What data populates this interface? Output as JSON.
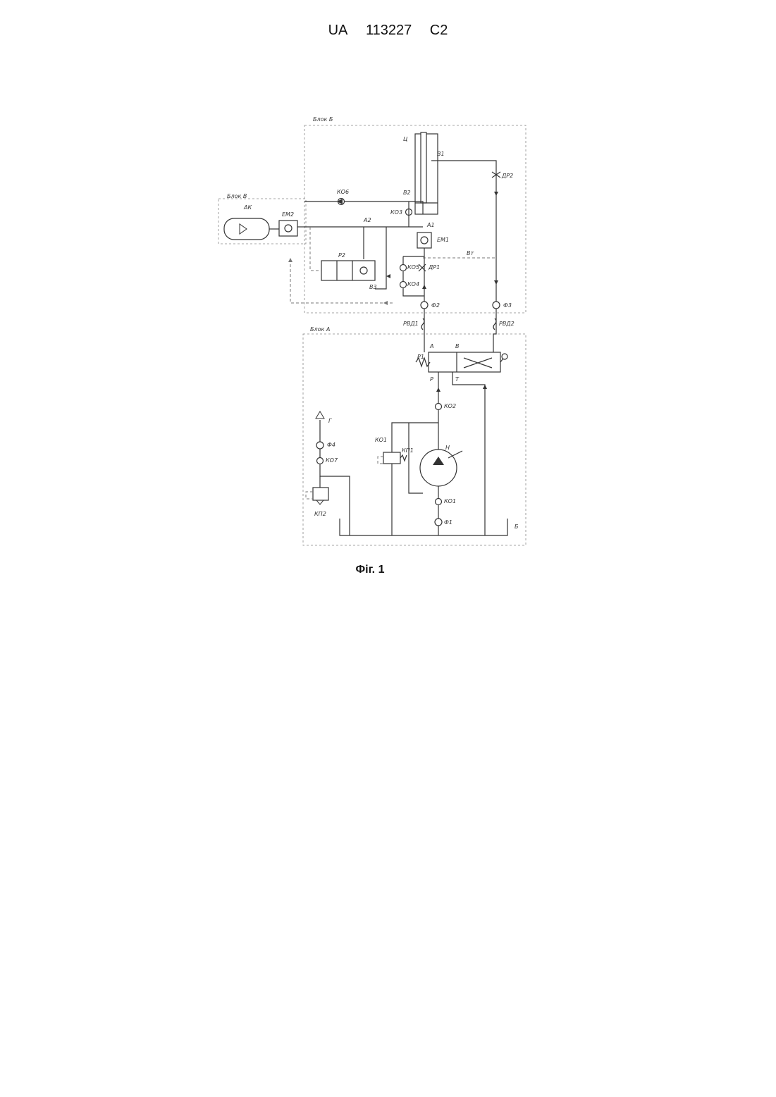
{
  "header": {
    "country": "UA",
    "number": "113227",
    "kind": "C2"
  },
  "caption": "Фіг. 1",
  "labels": {
    "block_b": "Блок Б",
    "block_v": "Блок В",
    "block_a": "Блок А",
    "ak": "АК",
    "em2": "ЕМ2",
    "em1": "ЕМ1",
    "ko6": "КО6",
    "ko3": "КО3",
    "ko5": "КО5",
    "ko4": "КО4",
    "ko2": "КО2",
    "ko1a": "КО1",
    "ko1b": "КО1",
    "ko7": "КО7",
    "kp2": "КП2",
    "kp1": "КП1",
    "ts": "Ц",
    "v1": "В1",
    "v2": "В2",
    "a1": "А1",
    "a2": "А2",
    "v3": "В3",
    "r2": "Р2",
    "r1": "Р1",
    "dr1": "ДР1",
    "dr2": "ДР2",
    "vm": "Вт",
    "f1": "Ф1",
    "f2": "Ф2",
    "f3": "Ф3",
    "f4": "Ф4",
    "rvd1": "РВД1",
    "rvd2": "РВД2",
    "port_a": "А",
    "port_b": "В",
    "port_p": "Р",
    "port_t": "Т",
    "pump": "Н",
    "tank": "Б",
    "outlet": "Г"
  }
}
